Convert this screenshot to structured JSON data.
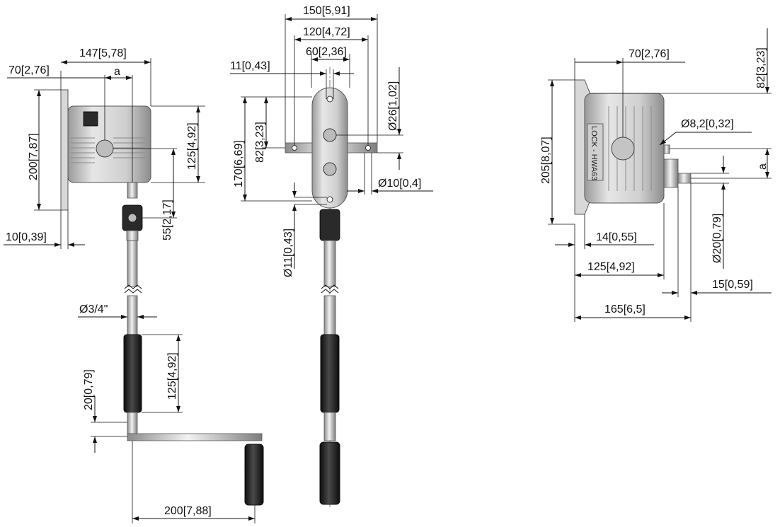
{
  "views": {
    "front": {
      "dims": {
        "plate_offset": "70[2,76]",
        "overall_width": "147[5,78]",
        "a_label": "a",
        "height": "200[7,87]",
        "body_height": "125[4,92]",
        "knuckle": "55[2,17]",
        "plate_thickness": "10[0,39]",
        "tube_dia": "Ø3/4\"",
        "grip_len": "125[4,92]",
        "collar": "20[0,79]",
        "crank_len": "200[7,88]"
      }
    },
    "side": {
      "dims": {
        "width_150": "150[5,91]",
        "width_120": "120[4,72]",
        "width_60": "60[2,36]",
        "hole_11": "11[0,43]",
        "hub_26": "Ø26[1,02]",
        "height_170": "170[6,69]",
        "height_82": "82[3,23]",
        "pin_10": "Ø10[0,4]",
        "bore_11": "Ø11[0,43]"
      }
    },
    "top": {
      "dims": {
        "height_82": "82[3,23]",
        "offset_70": "70[2,76]",
        "hole_82": "Ø8,2[0,32]",
        "a_label": "a",
        "height_205": "205[8,07]",
        "flange_14": "14[0,55]",
        "shaft_20": "Ø20[0,79]",
        "body_125": "125[4,92]",
        "shaft_15": "15[0,59]",
        "overall_165": "165[6,5]"
      },
      "body_label": "LOCK - HWA63"
    }
  },
  "colors": {
    "line": "#111111",
    "metal": "#c9c9c9",
    "grip": "#1e1e1e"
  }
}
